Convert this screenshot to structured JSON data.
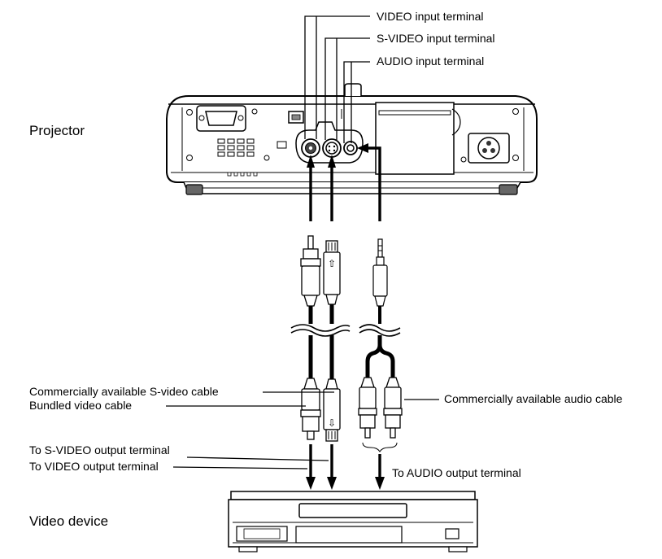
{
  "labels": {
    "projector": "Projector",
    "video_device": "Video device",
    "video_input": "VIDEO input terminal",
    "svideo_input": "S-VIDEO input terminal",
    "audio_input": "AUDIO input terminal",
    "svideo_cable": "Commercially available S-video cable",
    "bundled_cable": "Bundled video cable",
    "audio_cable": "Commercially available audio cable",
    "to_svideo_out": "To S-VIDEO output terminal",
    "to_video_out": "To VIDEO output terminal",
    "to_audio_out": "To AUDIO output terminal"
  },
  "icons": {
    "arrow_up": "⇧",
    "arrow_down": "⇩"
  }
}
